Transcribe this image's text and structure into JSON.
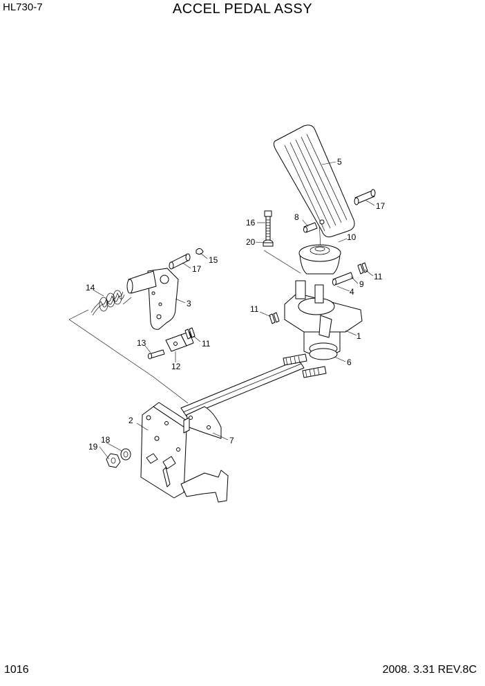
{
  "header": {
    "model": "HL730-7",
    "title": "ACCEL PEDAL ASSY"
  },
  "footer": {
    "page_number": "1016",
    "revision": "2008. 3.31  REV.8C"
  },
  "callouts": [
    "1",
    "2",
    "3",
    "4",
    "5",
    "6",
    "7",
    "8",
    "9",
    "10",
    "11",
    "11",
    "11",
    "12",
    "13",
    "14",
    "15",
    "16",
    "17",
    "17",
    "18",
    "19",
    "20"
  ]
}
